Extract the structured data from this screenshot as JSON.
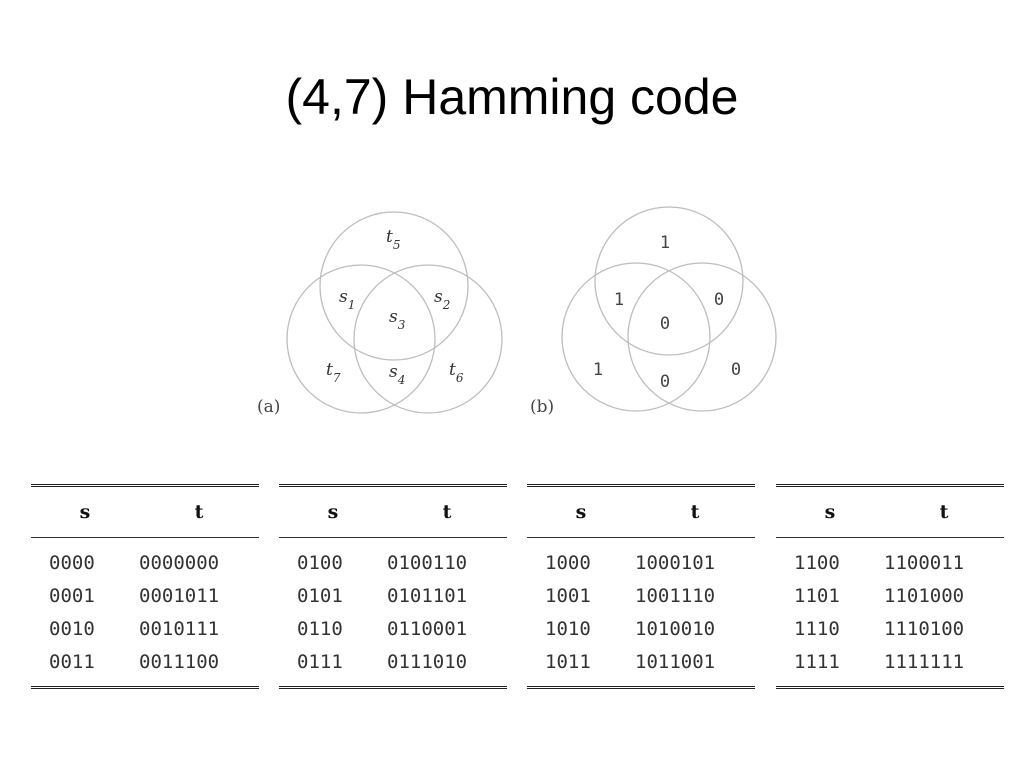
{
  "title": "(4,7) Hamming code",
  "venn_a": {
    "label": "(a)",
    "t5": "t",
    "t5_sub": "5",
    "s1": "s",
    "s1_sub": "1",
    "s2": "s",
    "s2_sub": "2",
    "s3": "s",
    "s3_sub": "3",
    "s4": "s",
    "s4_sub": "4",
    "t6": "t",
    "t6_sub": "6",
    "t7": "t",
    "t7_sub": "7"
  },
  "venn_b": {
    "label": "(b)",
    "top": "1",
    "left_overlap": "1",
    "right_overlap": "0",
    "center": "0",
    "left": "1",
    "bottom": "0",
    "right": "0"
  },
  "tables": [
    {
      "header_s": "s",
      "header_t": "t",
      "rows": [
        {
          "s": "0000",
          "t": "0000000"
        },
        {
          "s": "0001",
          "t": "0001011"
        },
        {
          "s": "0010",
          "t": "0010111"
        },
        {
          "s": "0011",
          "t": "0011100"
        }
      ]
    },
    {
      "header_s": "s",
      "header_t": "t",
      "rows": [
        {
          "s": "0100",
          "t": "0100110"
        },
        {
          "s": "0101",
          "t": "0101101"
        },
        {
          "s": "0110",
          "t": "0110001"
        },
        {
          "s": "0111",
          "t": "0111010"
        }
      ]
    },
    {
      "header_s": "s",
      "header_t": "t",
      "rows": [
        {
          "s": "1000",
          "t": "1000101"
        },
        {
          "s": "1001",
          "t": "1001110"
        },
        {
          "s": "1010",
          "t": "1010010"
        },
        {
          "s": "1011",
          "t": "1011001"
        }
      ]
    },
    {
      "header_s": "s",
      "header_t": "t",
      "rows": [
        {
          "s": "1100",
          "t": "1100011"
        },
        {
          "s": "1101",
          "t": "1101000"
        },
        {
          "s": "1110",
          "t": "1110100"
        },
        {
          "s": "1111",
          "t": "1111111"
        }
      ]
    }
  ]
}
